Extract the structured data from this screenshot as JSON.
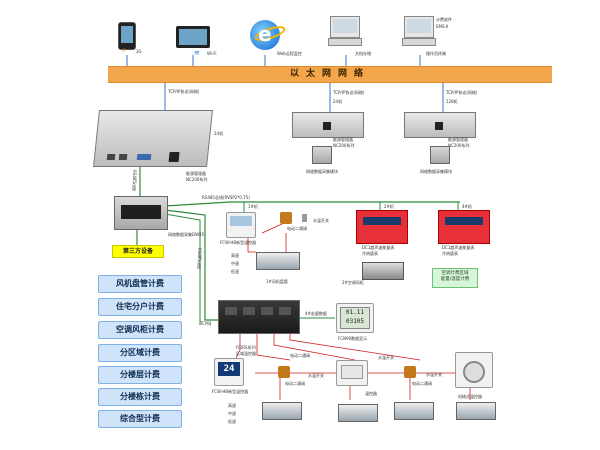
{
  "top_devices": {
    "phone_label": "3G",
    "tablet_label": "Wi-Fi",
    "ie_label": "Web远程监控",
    "pc1_label": "文档存储",
    "pc2_label": "计费软件",
    "pc2_sub": "EMS-Ⅱ",
    "pc2_bottom": "操作员终端"
  },
  "ethernet_label": "以太网网络",
  "links": {
    "left": "TCP/IP协议(网络)",
    "mid": "TCP/IP协议(网络)",
    "right": "TCP/IP协议(网络)",
    "mid_count": "24机",
    "right_count": "128机"
  },
  "main_server": {
    "count": "24机",
    "name": "能源管理器",
    "series": "NC200系列"
  },
  "sub_servers": [
    {
      "name": "能源管理器",
      "series": "NC200系列",
      "module_label": "网络数据采集模块"
    },
    {
      "name": "能源管理器",
      "series": "NC200系列",
      "module_label": "网络数据采集模块"
    }
  ],
  "gateway": {
    "bus_label": "RS485总线",
    "name": "网络数据采集DW85"
  },
  "third_party": "第三方设备",
  "rs485_top": "RS485总线(RVSP2*0.75)",
  "rs485_vertical": "RS485总线",
  "branch_labels": {
    "b1": "1#机",
    "b2": "2#机",
    "b3": "4#机"
  },
  "top_row": {
    "thermostat_label": "FCW-HB新型温控器",
    "valve_label": "电动二通阀",
    "temp_label": "水温开关",
    "fcu_label": "1#风机盘管",
    "meter1_label": "DC1超声波能量表",
    "meter1_sub": "冷热量表",
    "meter2_label": "DC1超声波能量表",
    "meter2_sub": "冷热量表",
    "ahu_label": "2#空调风柜",
    "port_labels": [
      "高速",
      "中速",
      "低速"
    ]
  },
  "ac_area": {
    "line1": "空调计费区域",
    "line2": "能量/温度计费"
  },
  "controller": {
    "label": "FCIRS系列",
    "sub": "区域温控器",
    "tcp": "TCP网"
  },
  "readout": {
    "title": "4#宏量数据",
    "top": "01.11",
    "bottom": "03105",
    "caption": "FCN90数据显示"
  },
  "bottom_row": {
    "t1_temp": "24",
    "t1_label": "FCW-HB新型温控器",
    "valve_a": "电动二通阀",
    "valve_b": "电动二通阀",
    "valve_c": "电动二通阀",
    "temp_a": "水温开关",
    "temp_b": "水温开关",
    "temp_c": "水温开关",
    "panel_label": "温控器",
    "dial_label": "机械式温控器",
    "port_labels": [
      "高速",
      "中速",
      "低速"
    ]
  },
  "legend": [
    "风机盘管计费",
    "住宅分户计费",
    "空调风柜计费",
    "分区域计费",
    "分楼层计费",
    "分楼栋计费",
    "综合型计费"
  ],
  "colors": {
    "ethernet": "#f3a64c",
    "legend_bg": "#cfe4fb",
    "bus_green": "#2e8b3a",
    "bus_red": "#d0201e",
    "third_party": "#ffff00"
  }
}
